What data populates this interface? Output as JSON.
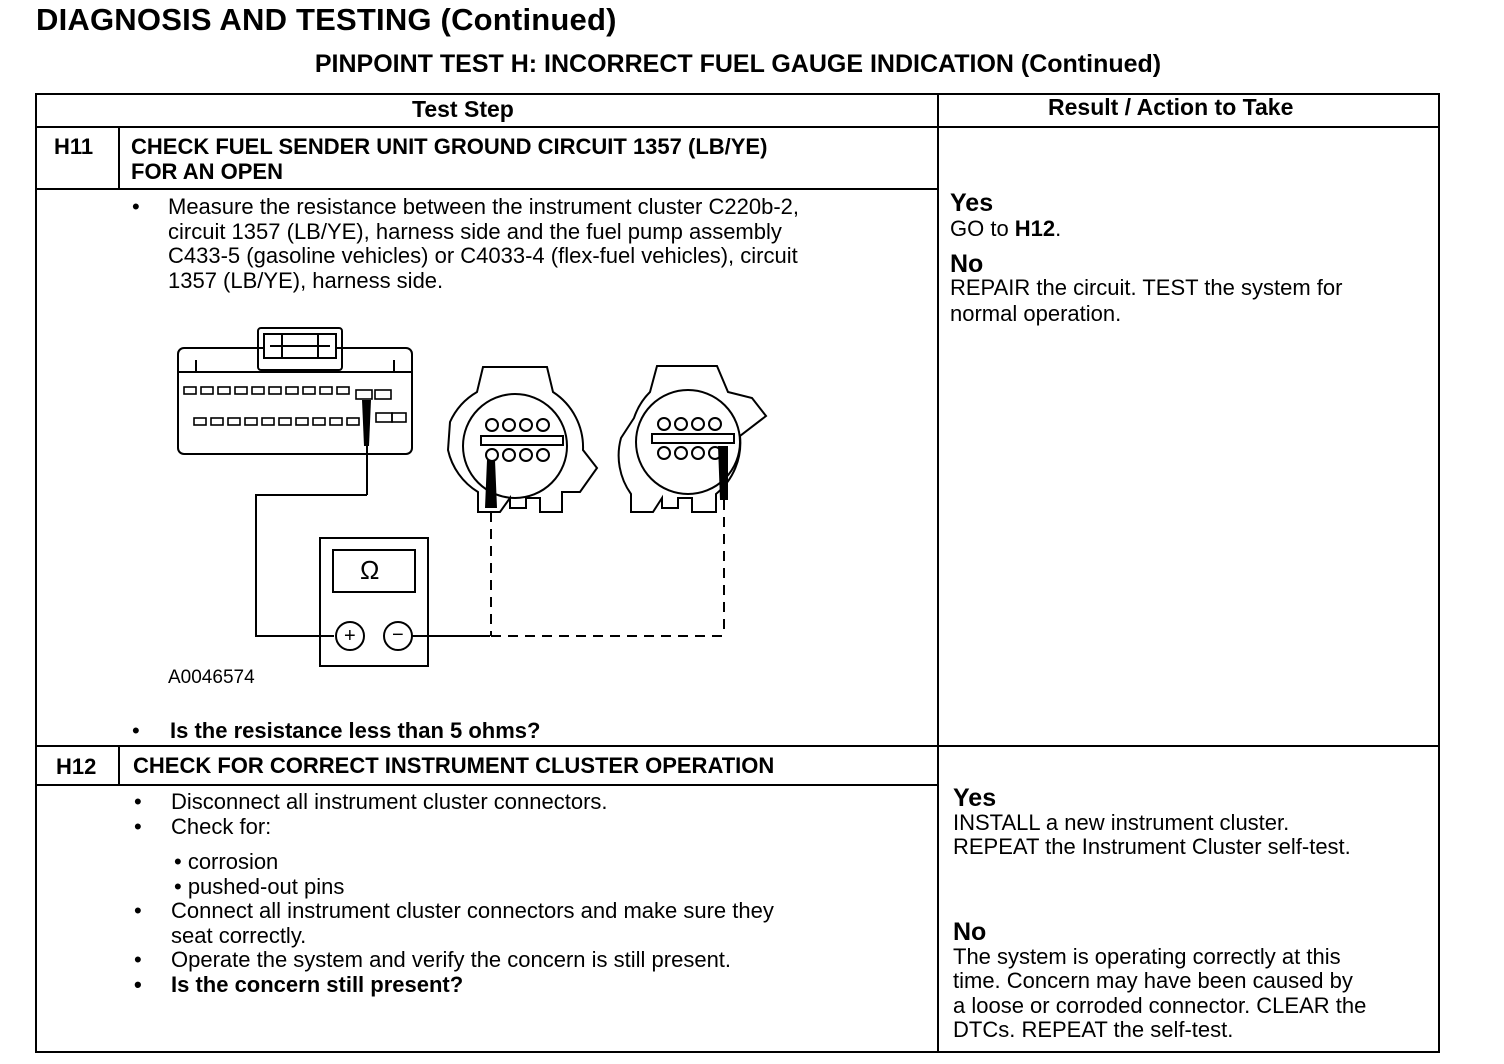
{
  "header": {
    "title": "DIAGNOSIS AND TESTING (Continued)",
    "subtitle": "PINPOINT TEST  H: INCORRECT FUEL GAUGE INDICATION (Continued)"
  },
  "table": {
    "col_test_step": "Test Step",
    "col_result": "Result / Action to Take"
  },
  "h11": {
    "id": "H11",
    "title_line1": "CHECK FUEL SENDER UNIT GROUND CIRCUIT 1357 (LB/YE)",
    "title_line2": "FOR AN OPEN",
    "bullet": "•",
    "instruction_lines": [
      "Measure the resistance between the instrument cluster C220b-2,",
      "circuit 1357 (LB/YE), harness side and the fuel pump assembly",
      "C433-5 (gasoline vehicles) or C4033-4 (flex-fuel vehicles), circuit",
      "1357 (LB/YE), harness side."
    ],
    "figure_id": "A0046574",
    "ohm_symbol": "Ω",
    "plus": "+",
    "minus": "−",
    "question": "Is the resistance less than 5 ohms?",
    "yes_label": "Yes",
    "yes_prefix": "GO to ",
    "yes_target": "H12",
    "yes_suffix": ".",
    "no_label": "No",
    "no_lines": [
      "REPAIR the circuit. TEST the system for",
      "normal operation."
    ]
  },
  "h12": {
    "id": "H12",
    "title": "CHECK FOR CORRECT INSTRUMENT CLUSTER OPERATION",
    "bullet": "•",
    "step1": "Disconnect all instrument cluster connectors.",
    "step2": "Check for:",
    "sub1": "• corrosion",
    "sub2": "• pushed-out pins",
    "step3_line1": "Connect all instrument cluster connectors and make sure they",
    "step3_line2": "seat correctly.",
    "step4": "Operate the system and verify the concern is still present.",
    "question": "Is the concern still present?",
    "yes_label": "Yes",
    "yes_lines": [
      "INSTALL a new instrument cluster.",
      "REPEAT the Instrument Cluster self-test."
    ],
    "no_label": "No",
    "no_lines": [
      "The system is operating correctly at this",
      "time. Concern may have been caused by",
      "a loose or corroded connector. CLEAR the",
      "DTCs. REPEAT the self-test."
    ]
  }
}
